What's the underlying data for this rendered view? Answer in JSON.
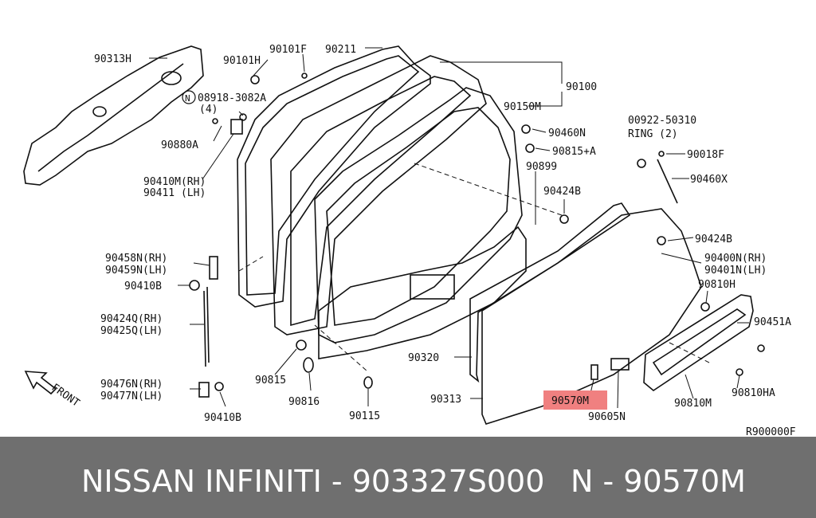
{
  "diagram": {
    "ref_code": "R900000F",
    "highlight_color": "#f08080",
    "direction_label": "FRONT",
    "callouts": [
      {
        "id": "90313H",
        "text": "90313H"
      },
      {
        "id": "90101H",
        "text": "90101H"
      },
      {
        "id": "90101F",
        "text": "90101F"
      },
      {
        "id": "90211",
        "text": "90211"
      },
      {
        "id": "90100",
        "text": "90100"
      },
      {
        "id": "08918",
        "text": "08918-3082A"
      },
      {
        "id": "08918qty",
        "text": "(4)"
      },
      {
        "id": "90150M",
        "text": "90150M"
      },
      {
        "id": "00922",
        "text": "00922-50310"
      },
      {
        "id": "ring",
        "text": "RING (2)"
      },
      {
        "id": "90460N",
        "text": "90460N"
      },
      {
        "id": "90815A",
        "text": "90815+A"
      },
      {
        "id": "90018F",
        "text": "90018F"
      },
      {
        "id": "90880A",
        "text": "90880A"
      },
      {
        "id": "90899",
        "text": "90899"
      },
      {
        "id": "90460X",
        "text": "90460X"
      },
      {
        "id": "90410M",
        "text": "90410M(RH)"
      },
      {
        "id": "90411",
        "text": "90411 (LH)"
      },
      {
        "id": "90424B_1",
        "text": "90424B"
      },
      {
        "id": "90424B_2",
        "text": "90424B"
      },
      {
        "id": "90458N",
        "text": "90458N(RH)"
      },
      {
        "id": "90459N",
        "text": "90459N(LH)"
      },
      {
        "id": "90400N",
        "text": "90400N(RH)"
      },
      {
        "id": "90401N",
        "text": "90401N(LH)"
      },
      {
        "id": "90410B_1",
        "text": "90410B"
      },
      {
        "id": "90810H",
        "text": "90810H"
      },
      {
        "id": "90424Q",
        "text": "90424Q(RH)"
      },
      {
        "id": "90425Q",
        "text": "90425Q(LH)"
      },
      {
        "id": "90451A",
        "text": "90451A"
      },
      {
        "id": "90320",
        "text": "90320"
      },
      {
        "id": "90815",
        "text": "90815"
      },
      {
        "id": "90476N",
        "text": "90476N(RH)"
      },
      {
        "id": "90477N",
        "text": "90477N(LH)"
      },
      {
        "id": "90313",
        "text": "90313"
      },
      {
        "id": "90570M",
        "text": "90570M"
      },
      {
        "id": "90816",
        "text": "90816"
      },
      {
        "id": "90810HA",
        "text": "90810HA"
      },
      {
        "id": "90410B_2",
        "text": "90410B"
      },
      {
        "id": "90115",
        "text": "90115"
      },
      {
        "id": "90605N",
        "text": "90605N"
      },
      {
        "id": "90810M",
        "text": "90810M"
      }
    ]
  },
  "footer": {
    "part_number_line": "NISSAN  INFINITI - 903327S000",
    "highlighted_part": "N - 90570M"
  }
}
